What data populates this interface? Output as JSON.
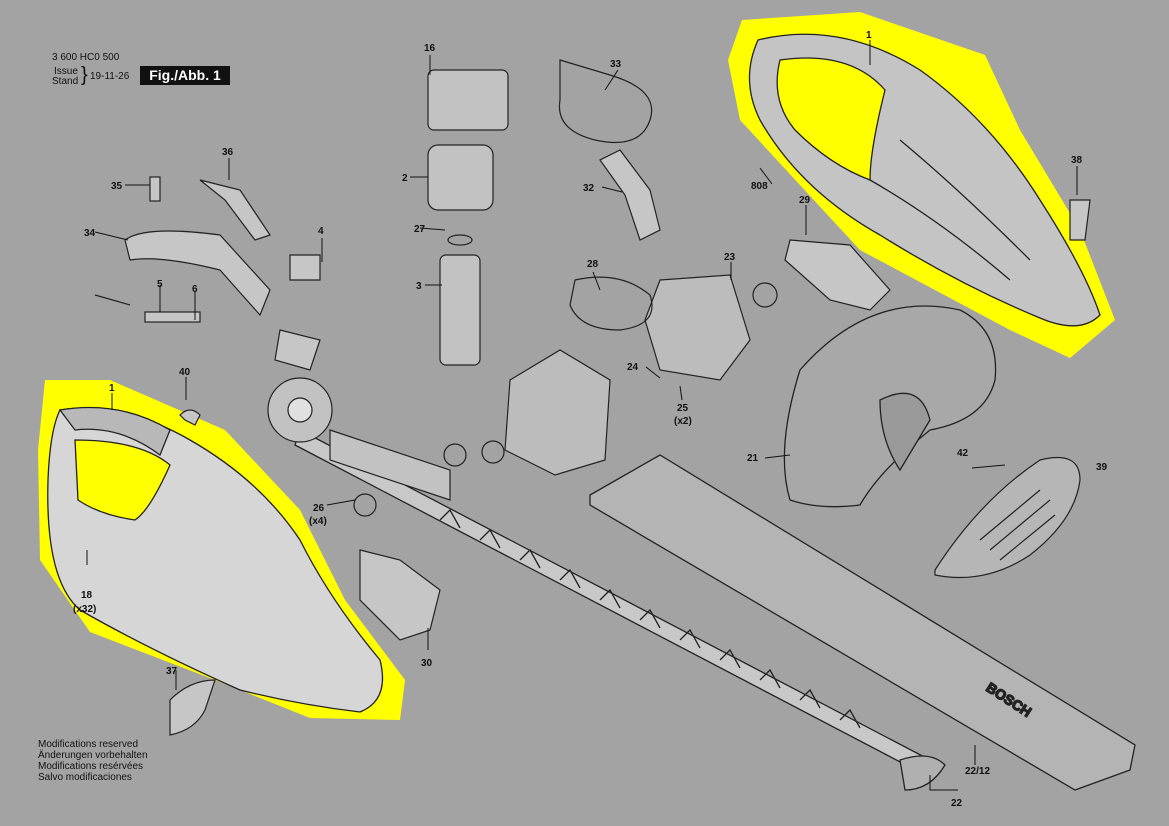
{
  "header": {
    "doc_number": "3 600 HC0 500",
    "issue_label": "Issue",
    "stand_label": "Stand",
    "date": "19-11-26",
    "figure": "Fig./Abb. 1"
  },
  "notes": [
    "Modifications reserved",
    "Änderungen vorbehalten",
    "Modifications resérvées",
    "Salvo modificaciones"
  ],
  "brand": "BOSCH",
  "colors": {
    "background": "#a3a3a3",
    "highlight": "#ffff00",
    "ink": "#111111"
  },
  "part_labels": {
    "p1a": "1",
    "p1b": "1",
    "p2": "2",
    "p3": "3",
    "p4": "4",
    "p5": "5",
    "p6": "6",
    "p16": "16",
    "p18": "18",
    "p18q": "(x32)",
    "p21": "21",
    "p22": "22",
    "p22b": "22/12",
    "p23": "23",
    "p24": "24",
    "p25": "25",
    "p25q": "(x2)",
    "p26": "26",
    "p26q": "(x4)",
    "p27": "27",
    "p28": "28",
    "p29": "29",
    "p30": "30",
    "p32": "32",
    "p33": "33",
    "p34": "34",
    "p35": "35",
    "p36": "36",
    "p37": "37",
    "p38": "38",
    "p39": "39",
    "p40": "40",
    "p42": "42",
    "p808": "808"
  }
}
